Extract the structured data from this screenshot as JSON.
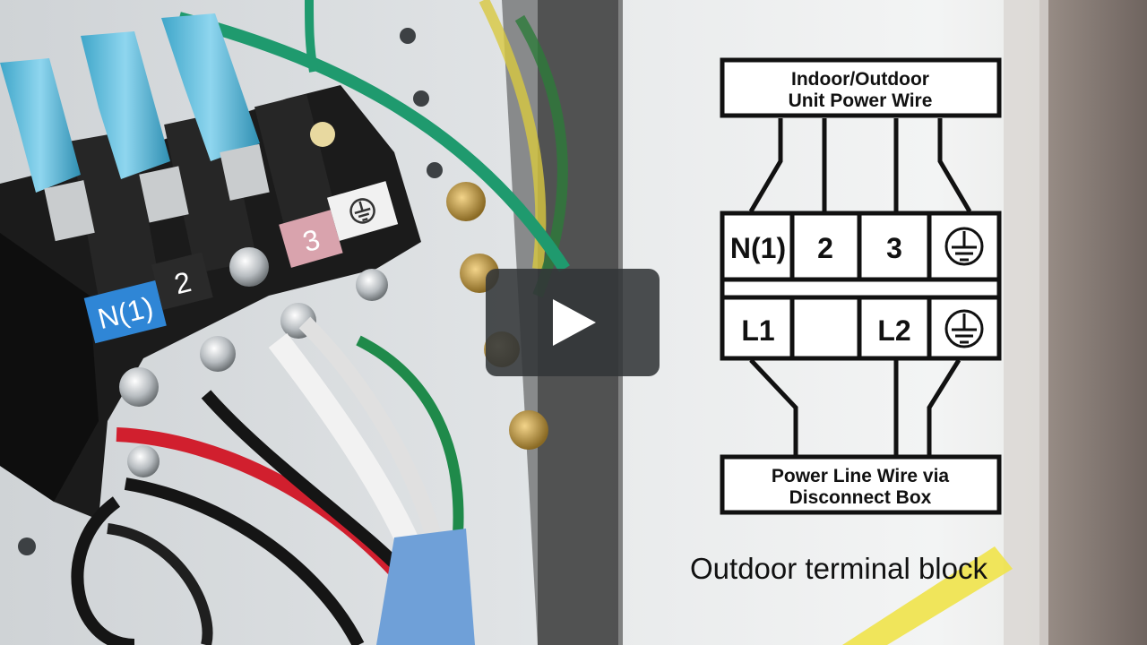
{
  "player": {
    "play_button_icon": "play-icon",
    "overlay_color": "#323638"
  },
  "photo": {
    "terminal_labels": [
      "N(1)",
      "2",
      "3"
    ],
    "ground_icon": "ground-icon"
  },
  "diagram": {
    "top_box": {
      "line1": "Indoor/Outdoor",
      "line2": "Unit Power Wire"
    },
    "top_row": [
      "N(1)",
      "2",
      "3"
    ],
    "bottom_row": [
      "L1",
      "",
      "L2"
    ],
    "ground_icon": "ground-icon",
    "bottom_box": {
      "line1": "Power Line Wire via",
      "line2": "Disconnect Box"
    }
  },
  "caption": "Outdoor terminal block"
}
